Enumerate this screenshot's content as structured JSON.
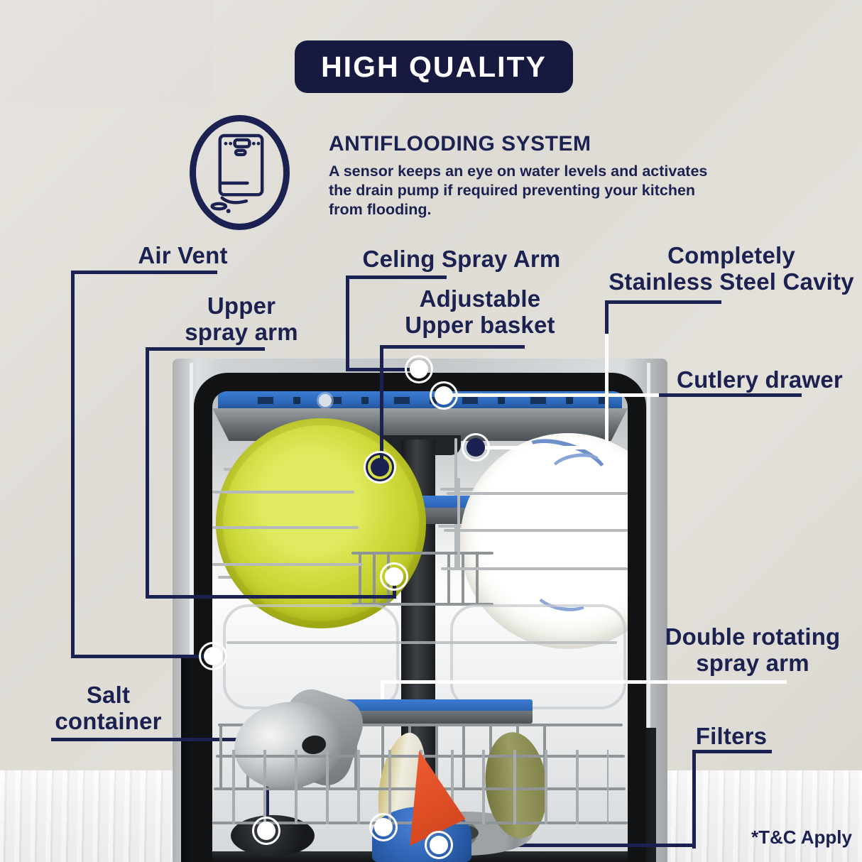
{
  "badge": {
    "label": "HIGH QUALITY"
  },
  "feature": {
    "icon": "antiflooding-dishwasher-icon",
    "title": "ANTIFLOODING SYSTEM",
    "description_lines": [
      "A sensor keeps an eye on water levels and activates",
      "the drain pump if required preventing your kitchen",
      "from flooding."
    ]
  },
  "callouts": {
    "air_vent": {
      "lines": [
        "Air Vent"
      ]
    },
    "upper_spray_arm": {
      "lines": [
        "Upper",
        "spray arm"
      ]
    },
    "ceiling_spray_arm": {
      "lines": [
        "Celing Spray Arm"
      ]
    },
    "adjustable_upper_basket": {
      "lines": [
        "Adjustable",
        "Upper basket"
      ]
    },
    "stainless_cavity": {
      "lines": [
        "Completely",
        "Stainless Steel Cavity"
      ]
    },
    "cutlery_drawer": {
      "lines": [
        "Cutlery drawer"
      ]
    },
    "double_rotating_spray_arm": {
      "lines": [
        "Double rotating",
        "spray arm"
      ]
    },
    "salt_container": {
      "lines": [
        "Salt",
        "container"
      ]
    },
    "filters": {
      "lines": [
        "Filters"
      ]
    }
  },
  "footnote": "*T&C Apply",
  "colors": {
    "navy": "#1b2150",
    "badge_background": "#161a3e",
    "callout_line_white": "#ffffff",
    "tray_blue": "#2e6cc0",
    "plate_green": "#c6d22b",
    "accent_orange": "#e85427"
  }
}
